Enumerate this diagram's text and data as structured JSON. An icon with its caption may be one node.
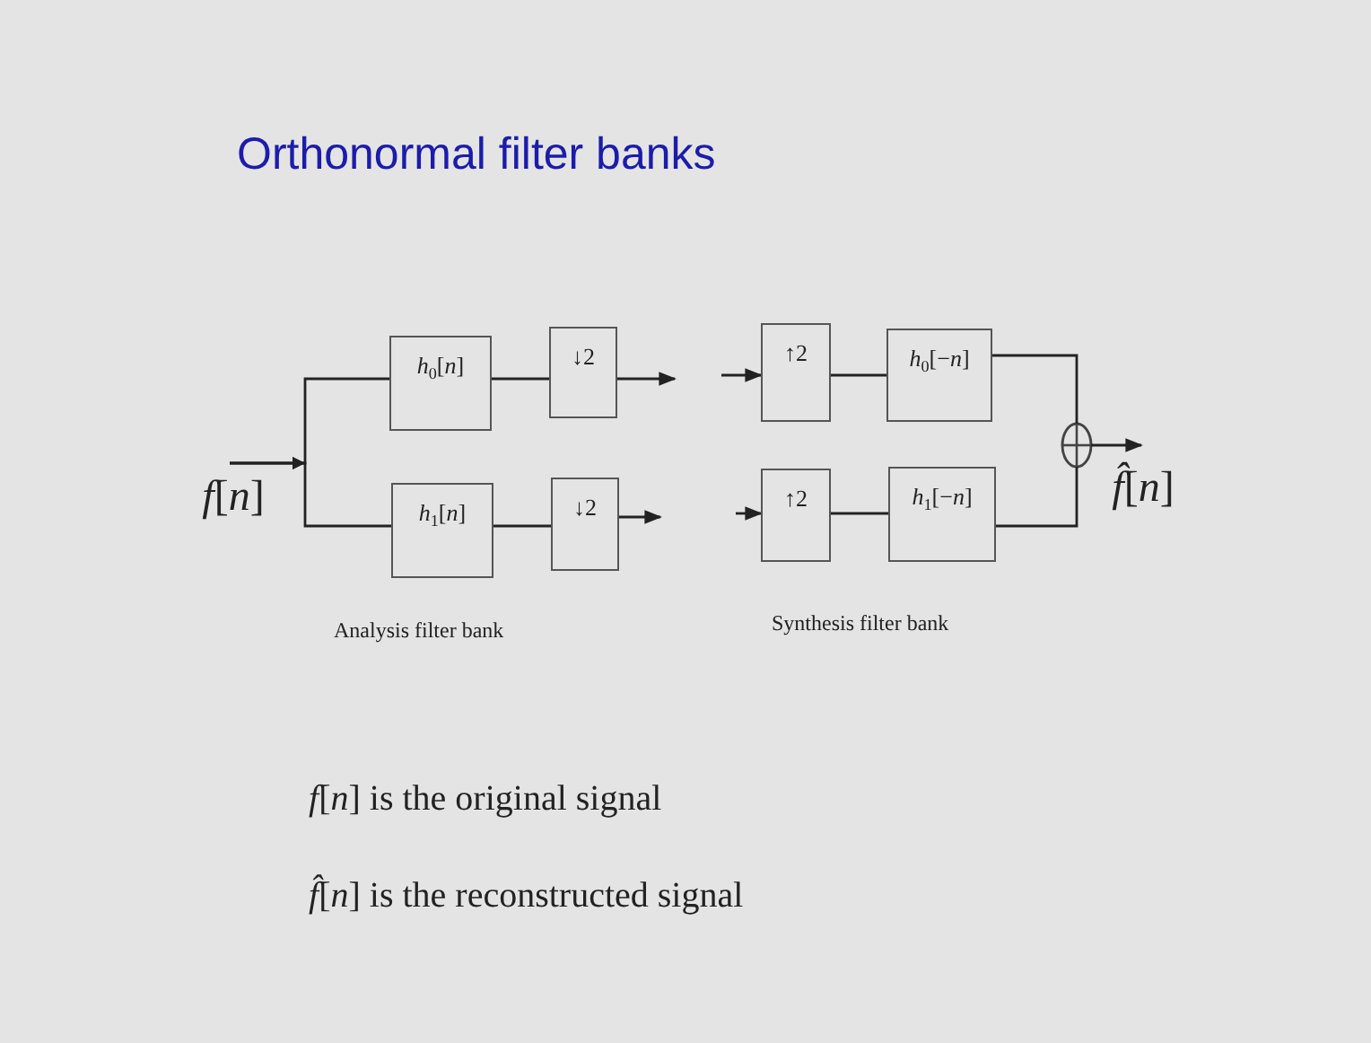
{
  "diagram": {
    "title": "Orthonormal filter banks",
    "nodes": [
      {
        "text": [
          "*f*[*n*]"
        ]
      },
      {
        "text": [
          "*h*$_{0}$[*n*]"
        ]
      },
      {
        "text": [
          "↓2"
        ]
      },
      {
        "text": [
          "*h*$_{1}$[*n*]"
        ]
      },
      {
        "text": [
          "↓2"
        ]
      },
      {
        "text": [
          "↑2"
        ]
      },
      {
        "text": [
          "*h*$_{0}$[−*n*]"
        ]
      },
      {
        "text": [
          "↑2"
        ]
      },
      {
        "text": [
          "*h*$_{1}$[−*n*]"
        ]
      },
      {
        "text": [],
        "shape": "circle"
      },
      {
        "text": [
          "*f̂*[*n*]"
        ]
      }
    ],
    "edges": [
      {
        "from": 0,
        "to": 1,
        "arrow": "to"
      },
      {
        "from": 0,
        "to": 3,
        "arrow": "to"
      },
      {
        "from": 1,
        "to": 2,
        "arrow": "none"
      },
      {
        "from": 3,
        "to": 4,
        "arrow": "none"
      },
      {
        "from": 2,
        "to": null,
        "arrow": "to"
      },
      {
        "from": 4,
        "to": null,
        "arrow": "to"
      },
      {
        "from": null,
        "to": 5,
        "arrow": "to"
      },
      {
        "from": null,
        "to": 7,
        "arrow": "to"
      },
      {
        "from": 5,
        "to": 6,
        "arrow": "none"
      },
      {
        "from": 7,
        "to": 8,
        "arrow": "none"
      },
      {
        "from": 6,
        "to": 9,
        "arrow": "none"
      },
      {
        "from": 8,
        "to": 9,
        "arrow": "none"
      },
      {
        "from": 9,
        "to": 10,
        "arrow": "to"
      }
    ],
    "labels": [
      "Analysis filter bank",
      "Synthesis filter bank",
      "*f*[*n*] is the original signal",
      "*f̂*[*n*] is the reconstructed signal"
    ]
  }
}
